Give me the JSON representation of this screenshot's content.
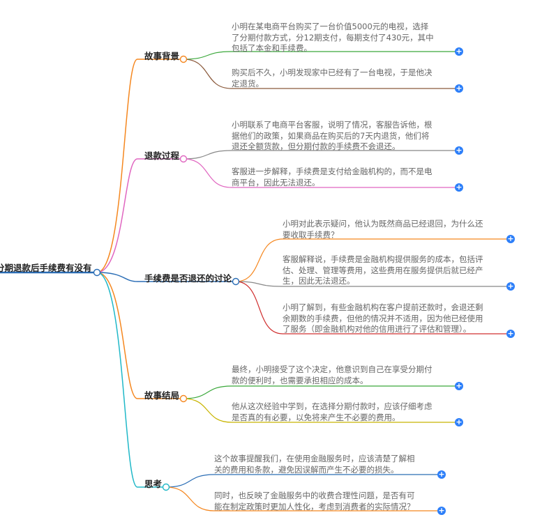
{
  "root": {
    "label": "分期退款后手续费有没有"
  },
  "branches": [
    {
      "label": "故事背景",
      "leaves": [
        {
          "lines": [
            "小明在某电商平台购买了一台价值5000元的电视，选择",
            "了分期付款方式，分12期支付，每期支付了430元，其中",
            "包括了本金和手续费。"
          ]
        },
        {
          "lines": [
            "购买后不久，小明发现家中已经有了一台电视，于是他决",
            "定退货。"
          ]
        }
      ]
    },
    {
      "label": "退款过程",
      "leaves": [
        {
          "lines": [
            "小明联系了电商平台客服，说明了情况，客服告诉他，根",
            "据他们的政策，如果商品在购买后的7天内退货，他们将",
            "退还全额货款，但分期付款的手续费不会退还。"
          ]
        },
        {
          "lines": [
            "客服进一步解释，手续费是支付给金融机构的，而不是电",
            "商平台，因此无法退还。"
          ]
        }
      ]
    },
    {
      "label": "手续费是否退还的讨论",
      "leaves": [
        {
          "lines": [
            "小明对此表示疑问，他认为既然商品已经退回，为什么还",
            "要收取手续费？"
          ]
        },
        {
          "lines": [
            "客服解释说，手续费是金融机构提供服务的成本，包括评",
            "估、处理、管理等费用，这些费用在服务提供后就已经产",
            "生，因此无法退还。"
          ]
        },
        {
          "lines": [
            "小明了解到，有些金融机构在客户提前还款时，会退还剩",
            "余期数的手续费，但他的情况并不适用，因为他已经使用",
            "了服务（即金融机构对他的信用进行了评估和管理）。"
          ]
        }
      ]
    },
    {
      "label": "故事结局",
      "leaves": [
        {
          "lines": [
            "最终，小明接受了这个决定，他意识到自己在享受分期付",
            "款的便利时，也需要承担相应的成本。"
          ]
        },
        {
          "lines": [
            "他从这次经验中学到，在选择分期付款时，应该仔细考虑",
            "是否真的有必要，以免将来产生不必要的费用。"
          ]
        }
      ]
    },
    {
      "label": "思考",
      "leaves": [
        {
          "lines": [
            "这个故事提醒我们，在使用金融服务时，应该清楚了解相",
            "关的费用和条款，避免因误解而产生不必要的损失。"
          ]
        },
        {
          "lines": [
            "同时，也反映了金融服务中的收费合理性问题，是否有可",
            "能在制定政策时更加人性化，考虑到消费者的实际情况？"
          ]
        }
      ]
    }
  ],
  "colors": {
    "root_line": "#2a6db5",
    "branch_lines": [
      "#f5871f",
      "#e066c0",
      "#2a6db5",
      "#f5871f",
      "#20b8c8"
    ],
    "leaf_lines": [
      "#3aa83a",
      "#8b5a3c",
      "#888888",
      "#e066c0",
      "#f5871f",
      "#888888",
      "#d03030",
      "#3aa83a",
      "#c8b400",
      "#2a6db5",
      "#f5871f"
    ],
    "expand_button": "#2d7ff9"
  },
  "expand_symbol": "+"
}
